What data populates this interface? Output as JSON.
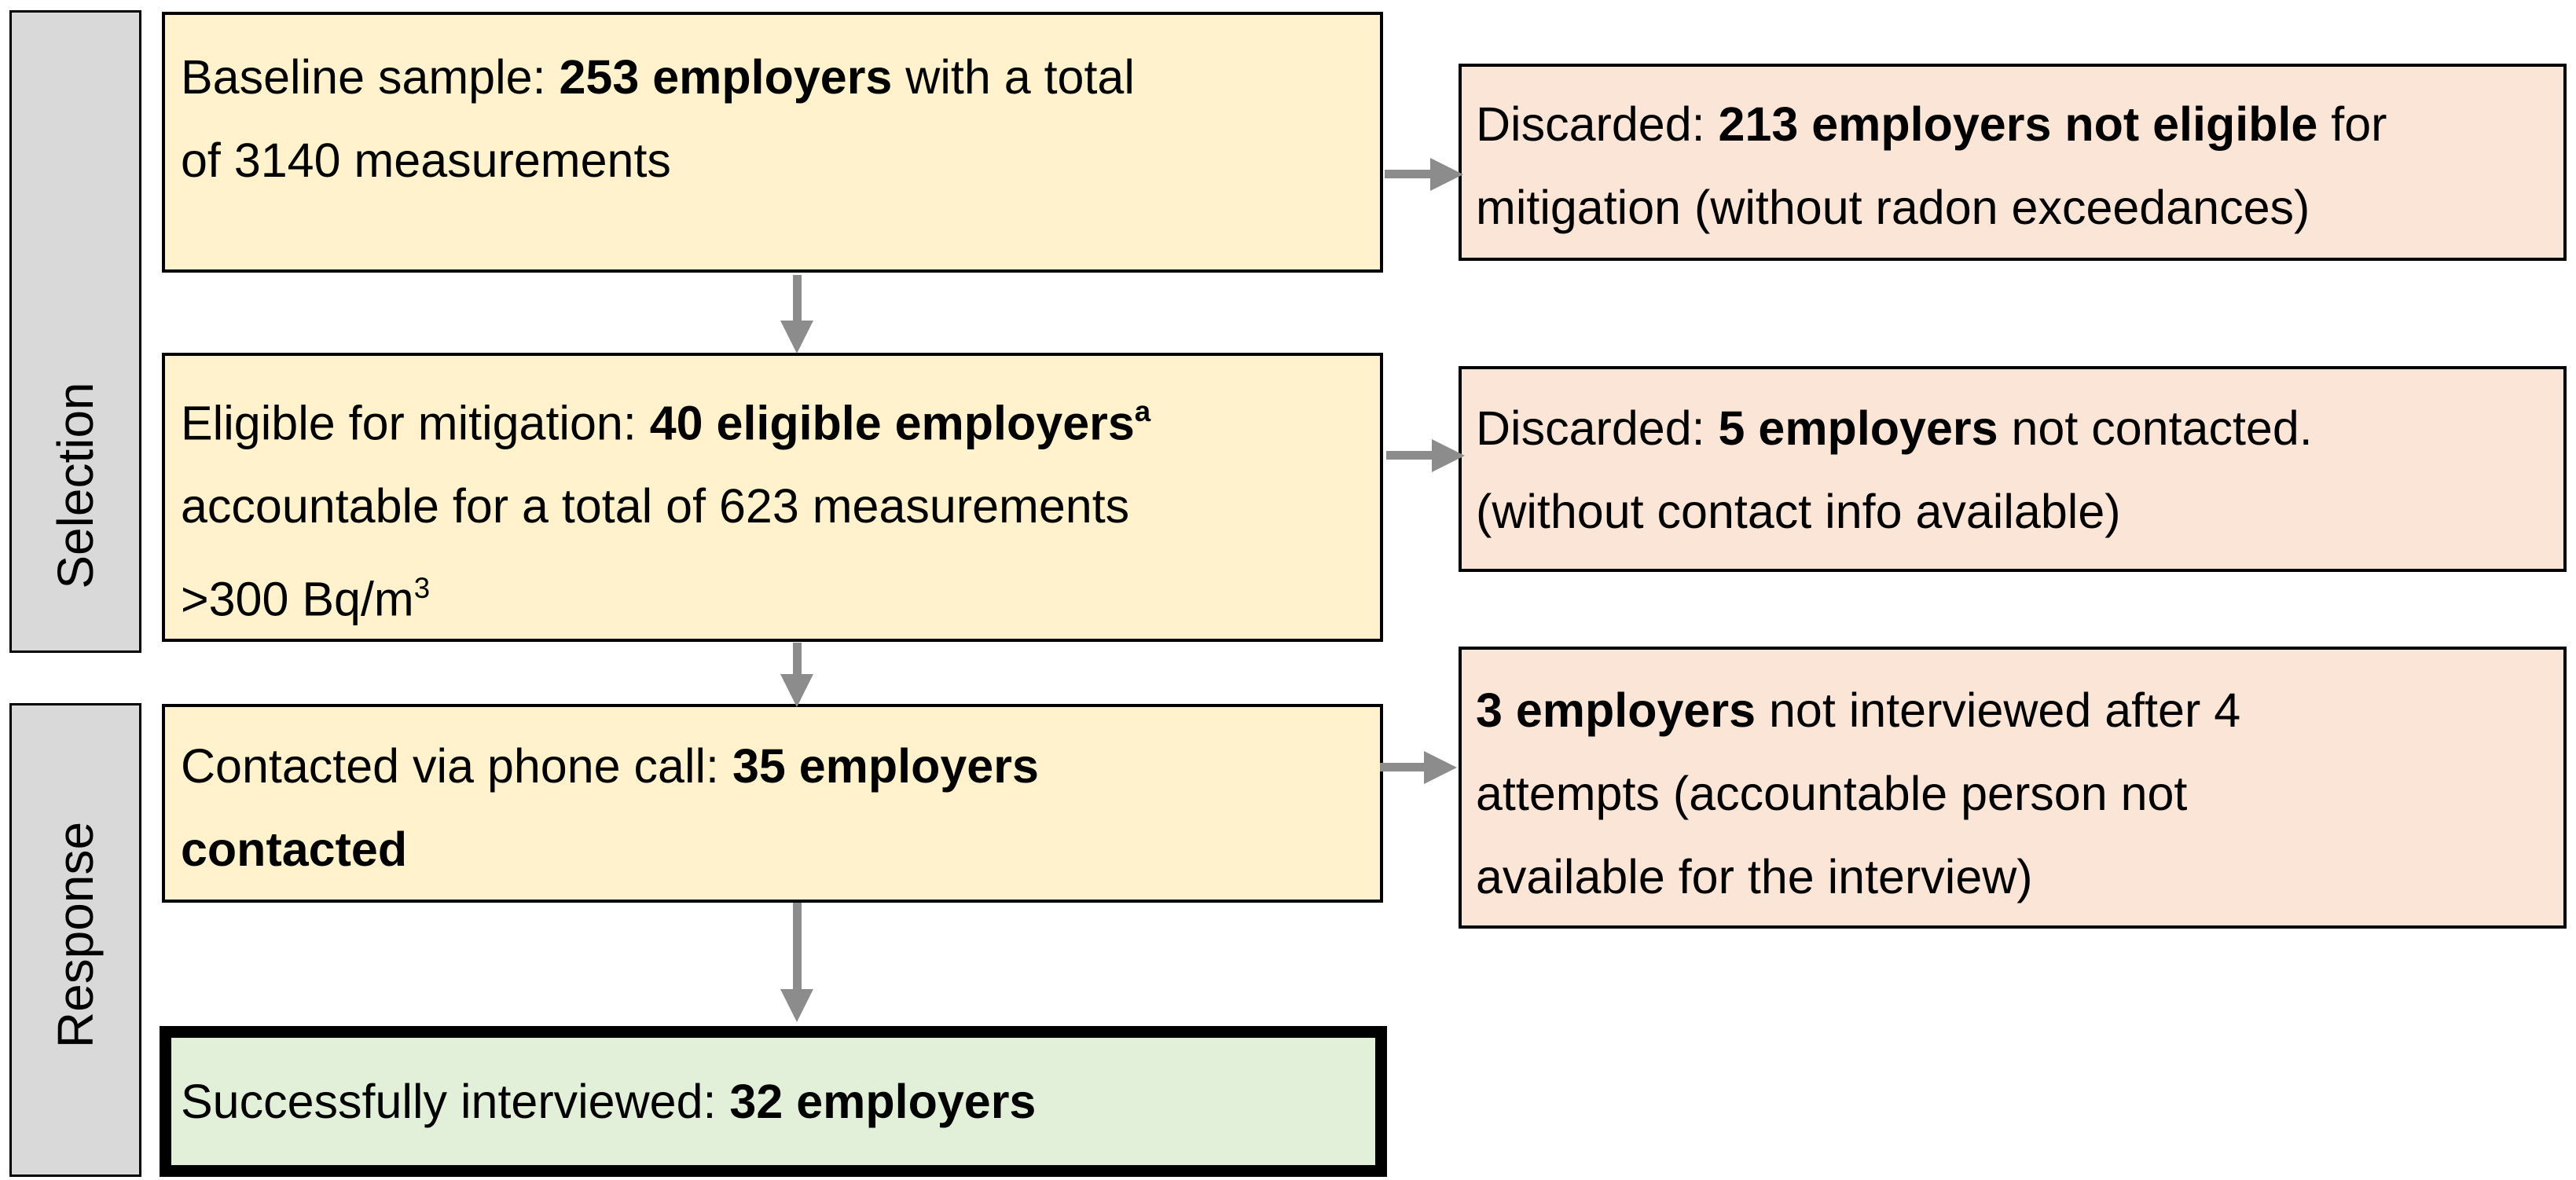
{
  "diagram": {
    "stage_labels": {
      "selection": "Selection",
      "response": "Response"
    },
    "flow": {
      "baseline": {
        "l1": [
          {
            "t": "Baseline sample: "
          },
          {
            "t": "253 employers"
          },
          {
            "t": " with a total"
          }
        ],
        "l2": [
          {
            "t": "of 3140 measurements"
          }
        ]
      },
      "eligible": {
        "l1": [
          {
            "t": "Eligible for mitigation: "
          },
          {
            "t": "40 eligible employers"
          },
          {
            "t": "a"
          }
        ],
        "l2": [
          {
            "t": "accountable for a total of 623 measurements"
          }
        ],
        "l3": [
          {
            "t": ">300 Bq/m"
          },
          {
            "t": "3"
          }
        ]
      },
      "contacted": {
        "l1": [
          {
            "t": "Contacted via phone call: "
          },
          {
            "t": "35 employers"
          }
        ],
        "l2": [
          {
            "t": "contacted"
          }
        ]
      },
      "interviewed": {
        "l1": [
          {
            "t": "Successfully interviewed: "
          },
          {
            "t": "32 employers"
          }
        ]
      }
    },
    "discarded": {
      "not_eligible": {
        "l1": [
          {
            "t": "Discarded: "
          },
          {
            "t": "213 employers not eligible"
          },
          {
            "t": " for"
          }
        ],
        "l2": [
          {
            "t": "mitigation (without radon exceedances)"
          }
        ]
      },
      "not_contacted": {
        "l1": [
          {
            "t": "Discarded: "
          },
          {
            "t": "5 employers"
          },
          {
            "t": " not contacted."
          }
        ],
        "l2": [
          {
            "t": "(without contact info available)"
          }
        ]
      },
      "not_interviewed": {
        "l1": [
          {
            "t": "3 employers"
          },
          {
            "t": " not interviewed after 4"
          }
        ],
        "l2": [
          {
            "t": "attempts (accountable person not"
          }
        ],
        "l3": [
          {
            "t": "available for the interview)"
          }
        ]
      }
    },
    "colors": {
      "process_fill": "#FFF2CC",
      "discard_fill": "#FBE5D6",
      "final_fill": "#E2EFD9",
      "stage_fill": "#D9D9D9",
      "arrow": "#8C8C8C",
      "border": "#000000"
    }
  }
}
